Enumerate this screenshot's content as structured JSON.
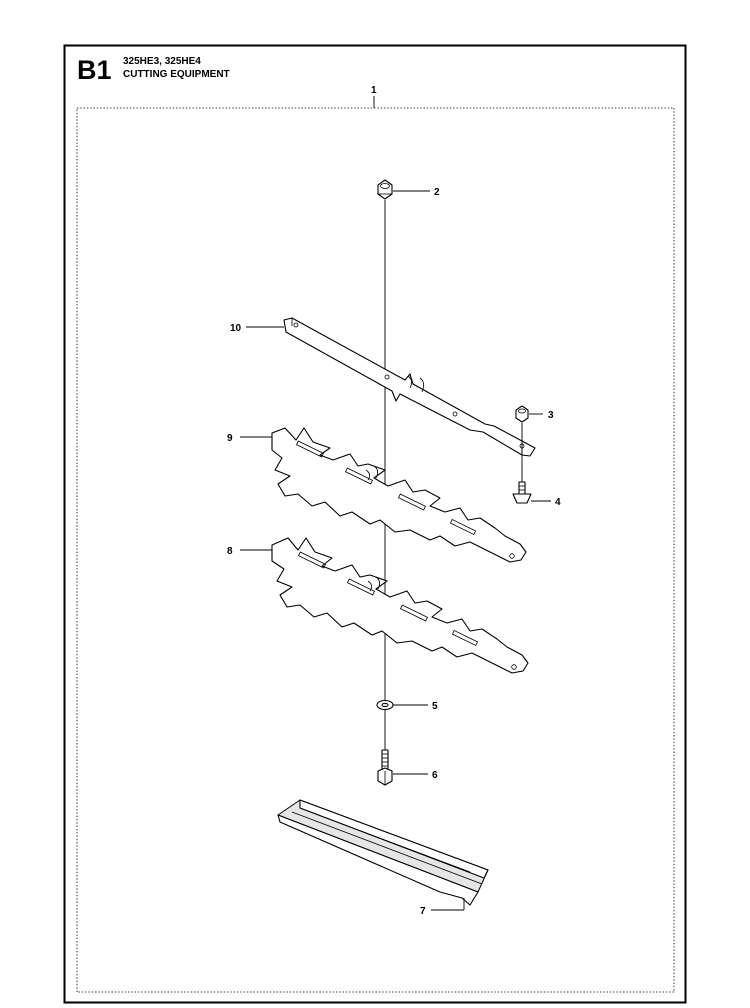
{
  "header": {
    "section_code": "B1",
    "models": "325HE3, 325HE4",
    "title": "CUTTING EQUIPMENT"
  },
  "assembly": {
    "label": "1"
  },
  "parts": [
    {
      "id": "nut_top",
      "label": "2"
    },
    {
      "id": "nut_small",
      "label": "3"
    },
    {
      "id": "screw_small",
      "label": "4"
    },
    {
      "id": "washer",
      "label": "5"
    },
    {
      "id": "bolt",
      "label": "6"
    },
    {
      "id": "guard",
      "label": "7"
    },
    {
      "id": "lower_blade",
      "label": "8"
    },
    {
      "id": "upper_blade",
      "label": "9"
    },
    {
      "id": "bar",
      "label": "10"
    }
  ]
}
